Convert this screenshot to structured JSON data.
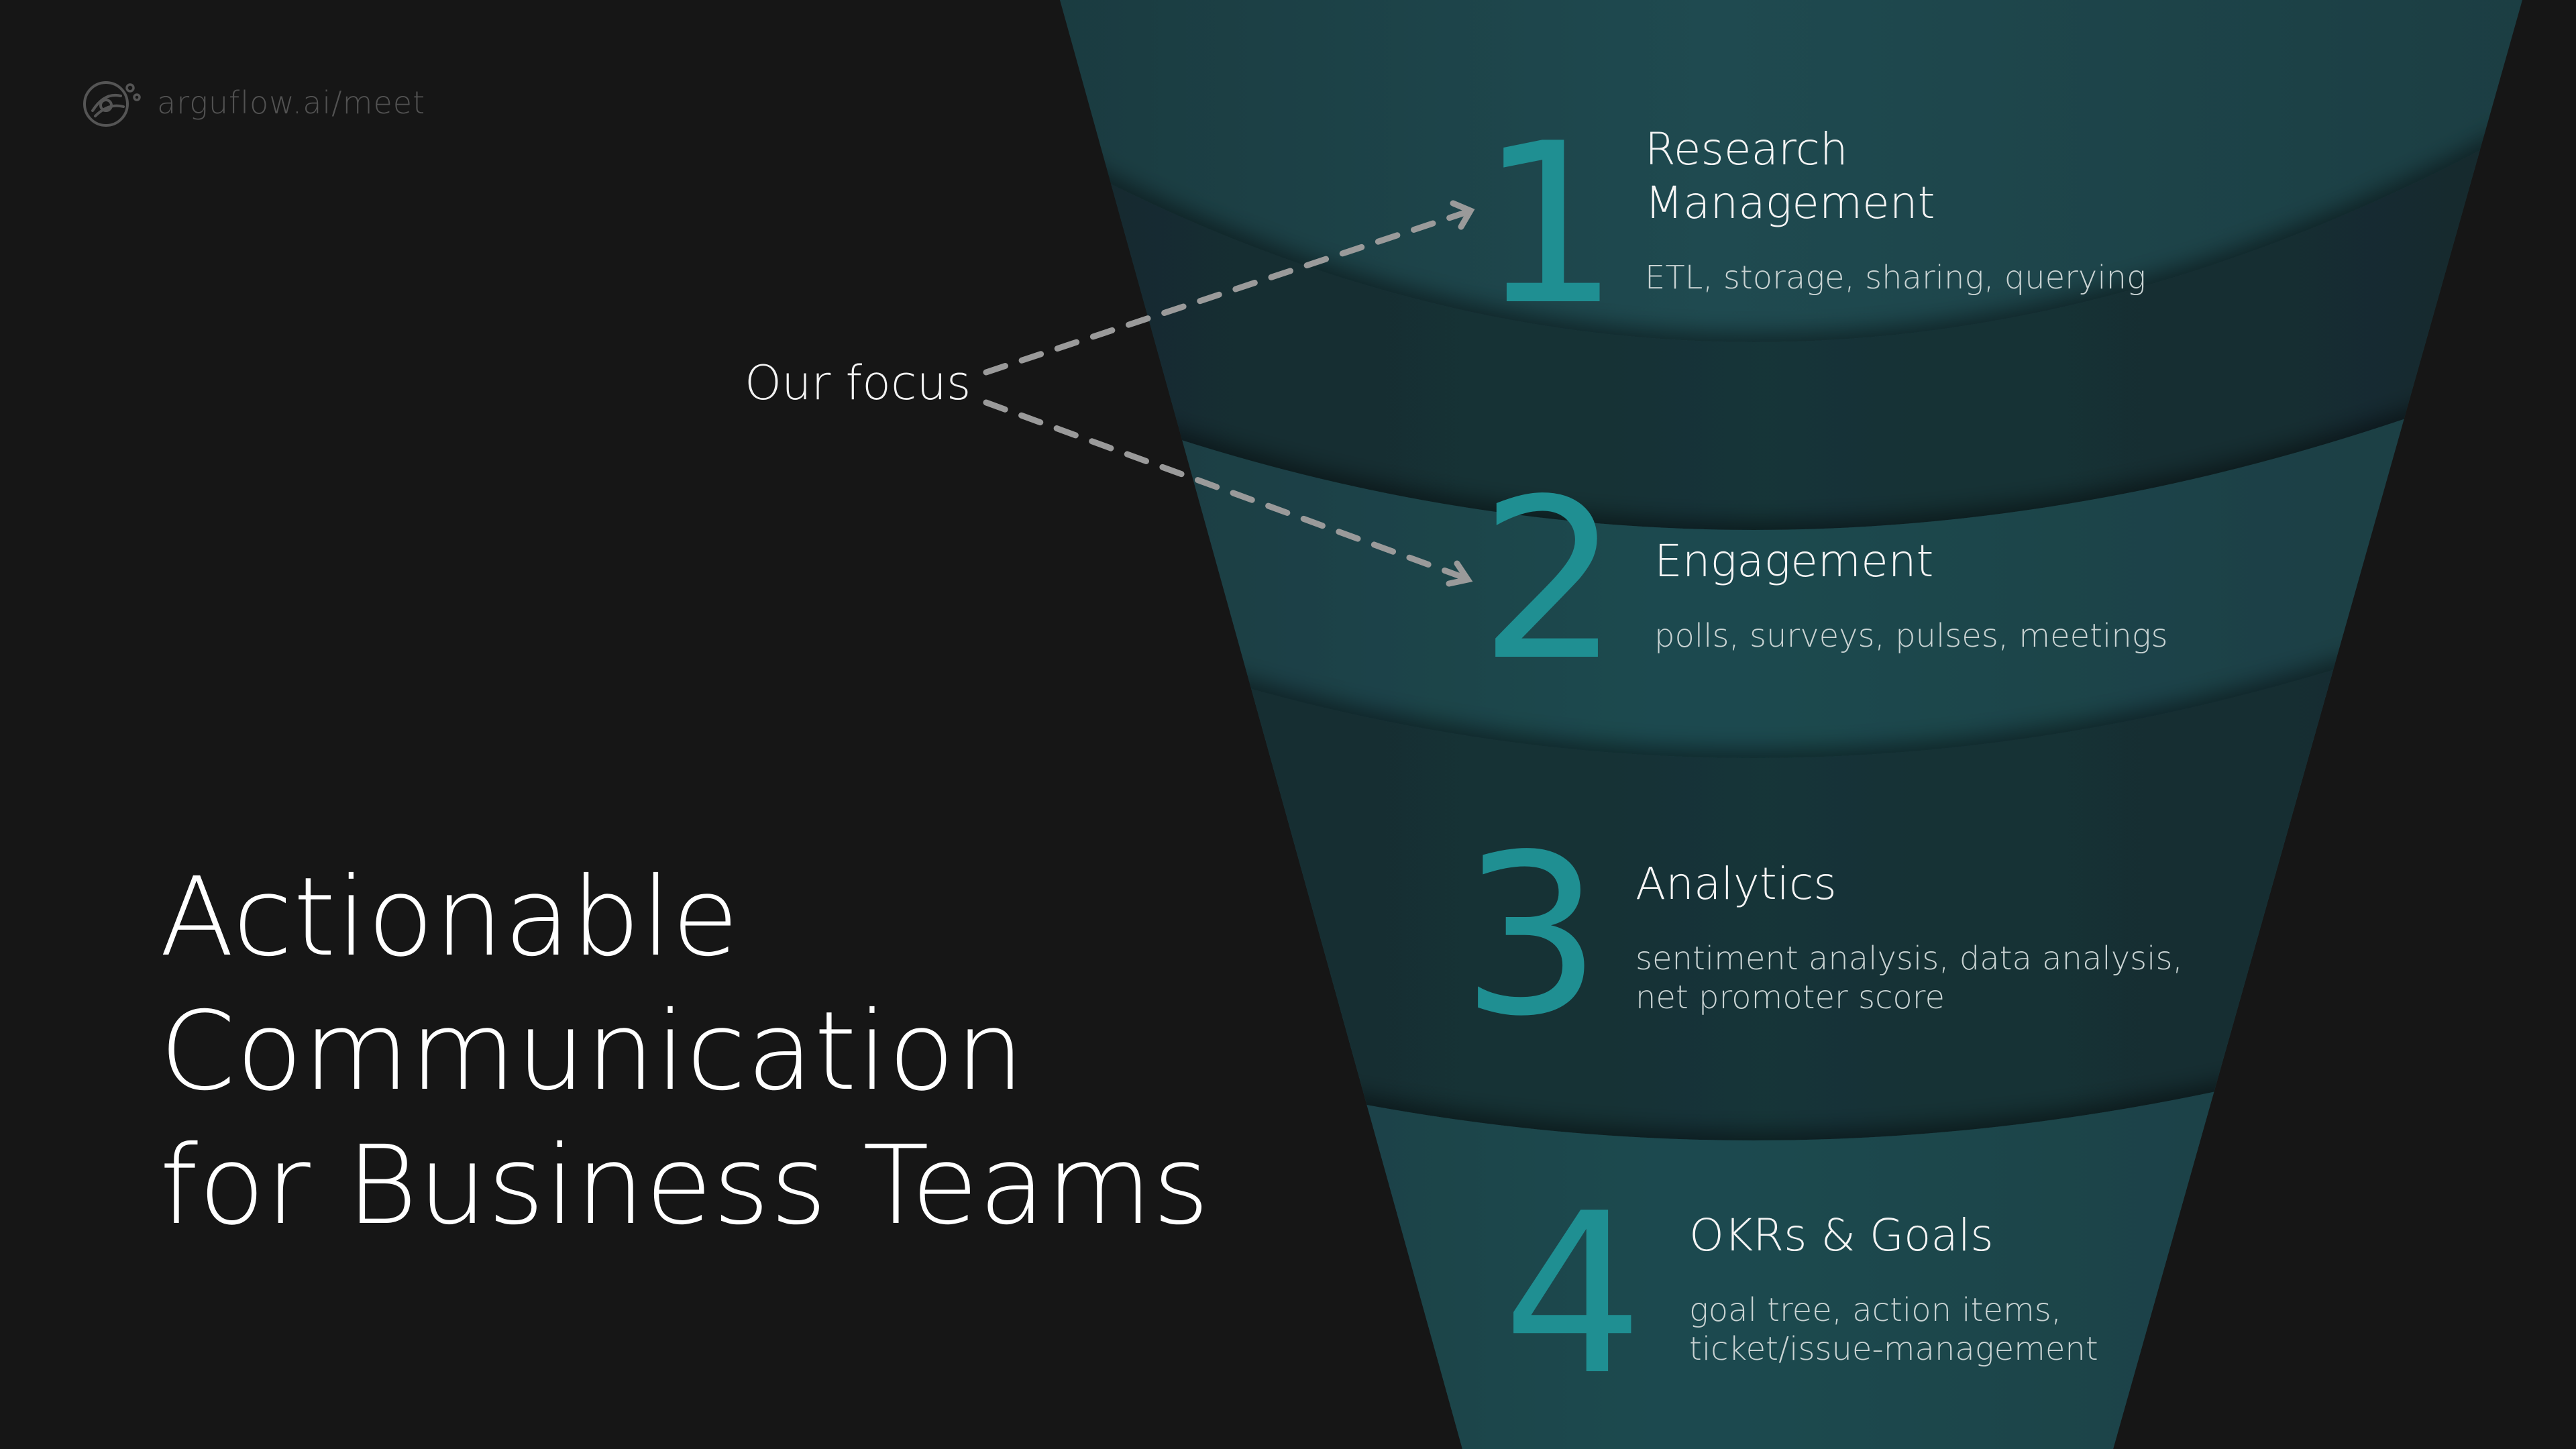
{
  "brand": {
    "url_text": "arguflow.ai/meet",
    "logo_icon": "arguflow-logo-icon"
  },
  "headline": {
    "line1": "Actionable",
    "line2": "Communication",
    "line3": "for Business Teams"
  },
  "focus_label": "Our focus",
  "steps": [
    {
      "number": "1",
      "title_line1": "Research",
      "title_line2": "Management",
      "desc_line1": "ETL, storage, sharing, querying",
      "desc_line2": ""
    },
    {
      "number": "2",
      "title_line1": "Engagement",
      "title_line2": "",
      "desc_line1": "polls, surveys, pulses, meetings",
      "desc_line2": ""
    },
    {
      "number": "3",
      "title_line1": "Analytics",
      "title_line2": "",
      "desc_line1": "sentiment analysis, data analysis,",
      "desc_line2": "net promoter score"
    },
    {
      "number": "4",
      "title_line1": "OKRs & Goals",
      "title_line2": "",
      "desc_line1": "goal tree, action items,",
      "desc_line2": "ticket/issue-management"
    }
  ],
  "colors": {
    "background": "#161616",
    "accent_teal": "#1f8f92",
    "funnel_light": "#1f4a50",
    "funnel_dark": "#172f33",
    "dash": "#9a9a9a"
  }
}
